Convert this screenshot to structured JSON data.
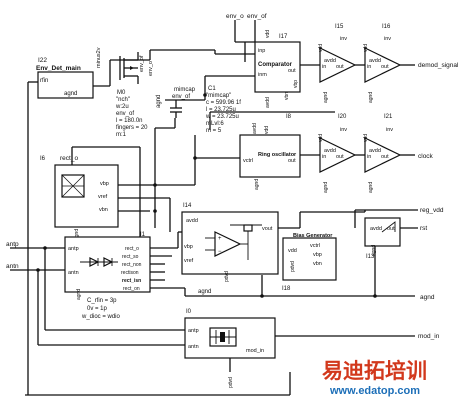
{
  "labels": {
    "env_o": "env_o",
    "env_of": "env_of",
    "i22": "I22",
    "i22_title": "Env_Det_main",
    "rfin": "rfin",
    "agnd": "agnd",
    "minus_2v": "minus2v",
    "m0": "M0",
    "nch": "\"nch\"",
    "w2u": "w:2u",
    "env_of2": "env_of",
    "l180n": "l = 180.0n",
    "fingers": "fingers = 20",
    "m1": "m:1",
    "mimcap": "mimcap",
    "env_of3": "env_of",
    "c1": "C1",
    "c1_model": "\"mimcap\"",
    "c1_c": "c = 599.96 1f",
    "c1_l": "l = 23.725u",
    "c1_w": "w = 23.725u",
    "c1_mlvl": "mLvl:6",
    "c1_m": "m = 5",
    "vdd": "vdd",
    "comp_name": "Comparator",
    "inp": "inp",
    "inm": "inm",
    "out": "out",
    "vbp": "vbp",
    "vbn": "vbn",
    "avdd": "avdd",
    "i17": "I17",
    "i15": "I15",
    "i16": "I16",
    "inv": "inv",
    "in": "in",
    "demod_signal": "demod_signal",
    "rect_o": "rect_o",
    "i6": "I6",
    "vref": "vref",
    "osc_name": "Ring oscillator",
    "vctrl": "vctrl",
    "i8": "I8",
    "i20": "I20",
    "i21": "I21",
    "clock": "clock",
    "i14": "I14",
    "vout": "vout",
    "bias_name": "Bias Generator",
    "i18": "I18",
    "i13": "I13",
    "reg_vdd": "reg_vdd",
    "rst": "rst",
    "antp": "antp",
    "antn": "antn",
    "i1": "I1",
    "rect_so": "rect_so",
    "rect_non": "rect_non",
    "rectison": "rectison",
    "rect_isn": "rect_isn",
    "rect_on": "rect_on",
    "c_rfin": "C_rfin = 3p",
    "vv": "0v = 1p",
    "w_dioc": "w_dioc = wdio",
    "i0": "I0",
    "mod_in": "mod_in",
    "mod_in2": "mod_in",
    "pdvd": "pdvd"
  },
  "watermark": {
    "cn": "易迪拓培训",
    "url": "www.edatop.com"
  }
}
